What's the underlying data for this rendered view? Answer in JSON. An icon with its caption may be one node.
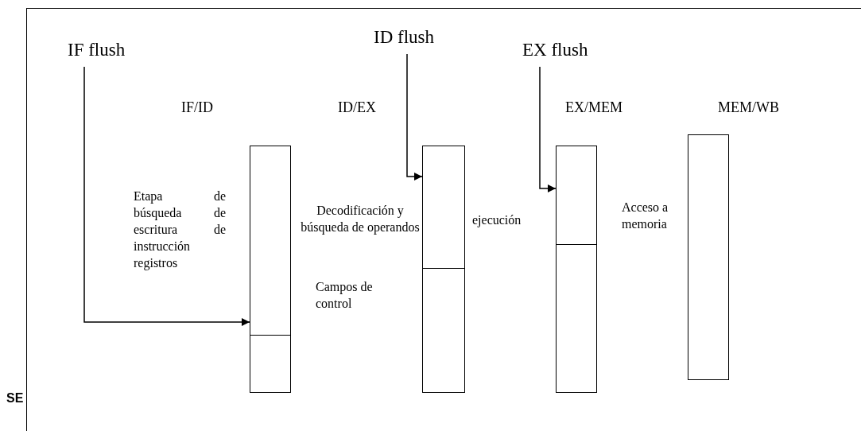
{
  "diagram": {
    "nodes": [
      {
        "text": [
          "IF flush"
        ]
      },
      {
        "text": [
          "IF/ID"
        ]
      },
      {
        "text": [
          "ID flush"
        ]
      },
      {
        "text": [
          "ID/EX"
        ]
      },
      {
        "text": [
          "EX flush"
        ]
      },
      {
        "text": [
          "EX/MEM"
        ]
      },
      {
        "text": [
          "MEM/WB"
        ]
      }
    ],
    "edges": [
      {
        "from": 0,
        "to": 1,
        "arrow": "to"
      },
      {
        "from": 2,
        "to": 3,
        "arrow": "to"
      },
      {
        "from": 4,
        "to": 5,
        "arrow": "to"
      }
    ],
    "labels": [
      "Etapa de búsqueda de escritura de instrucción registros",
      "Decodificación y búsqueda de operandos",
      "Campos de control",
      "ejecución",
      "Acceso a memoria",
      "SE"
    ]
  }
}
